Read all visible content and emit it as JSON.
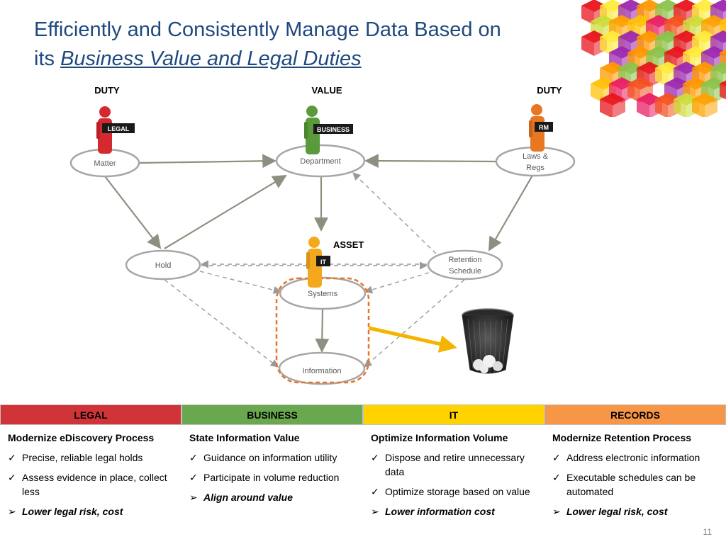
{
  "title": {
    "line1": "Efficiently and Consistently Manage Data Based on",
    "line2_prefix": "its ",
    "line2_emphasis": "Business Value and Legal Duties"
  },
  "diagram": {
    "header_left": "DUTY",
    "header_center": "VALUE",
    "header_right": "DUTY",
    "asset_label": "ASSET",
    "badges": {
      "legal": "LEGAL",
      "business": "BUSINESS",
      "rm": "RM",
      "it": "IT"
    },
    "nodes": {
      "matter": "Matter",
      "department": "Department",
      "laws_line1": "Laws &",
      "laws_line2": "Regs",
      "hold": "Hold",
      "retention_line1": "Retention",
      "retention_line2": "Schedule",
      "systems": "Systems",
      "information": "Information"
    },
    "colors": {
      "legal": "#d42a2f",
      "business": "#5a9a3c",
      "it": "#f4a81d",
      "records": "#e87722",
      "title": "#1f497d"
    }
  },
  "columns": [
    {
      "header": "LEGAL",
      "color": "#d13438",
      "title": "Modernize eDiscovery Process",
      "items": [
        "Precise, reliable legal holds",
        "Assess evidence in place, collect less"
      ],
      "result": "Lower legal risk, cost"
    },
    {
      "header": "BUSINESS",
      "color": "#6aa84f",
      "title": "State Information Value",
      "items": [
        "Guidance on information utility",
        "Participate in volume reduction"
      ],
      "result": "Align around value"
    },
    {
      "header": "IT",
      "color": "#ffd200",
      "title": "Optimize Information Volume",
      "items": [
        "Dispose and retire unnecessary data",
        "Optimize storage based on value"
      ],
      "result": "Lower information cost"
    },
    {
      "header": "RECORDS",
      "color": "#f79646",
      "title": "Modernize Retention Process",
      "items": [
        "Address electronic information",
        "Executable schedules can be automated"
      ],
      "result": "Lower legal risk, cost"
    }
  ],
  "page_number": "11"
}
